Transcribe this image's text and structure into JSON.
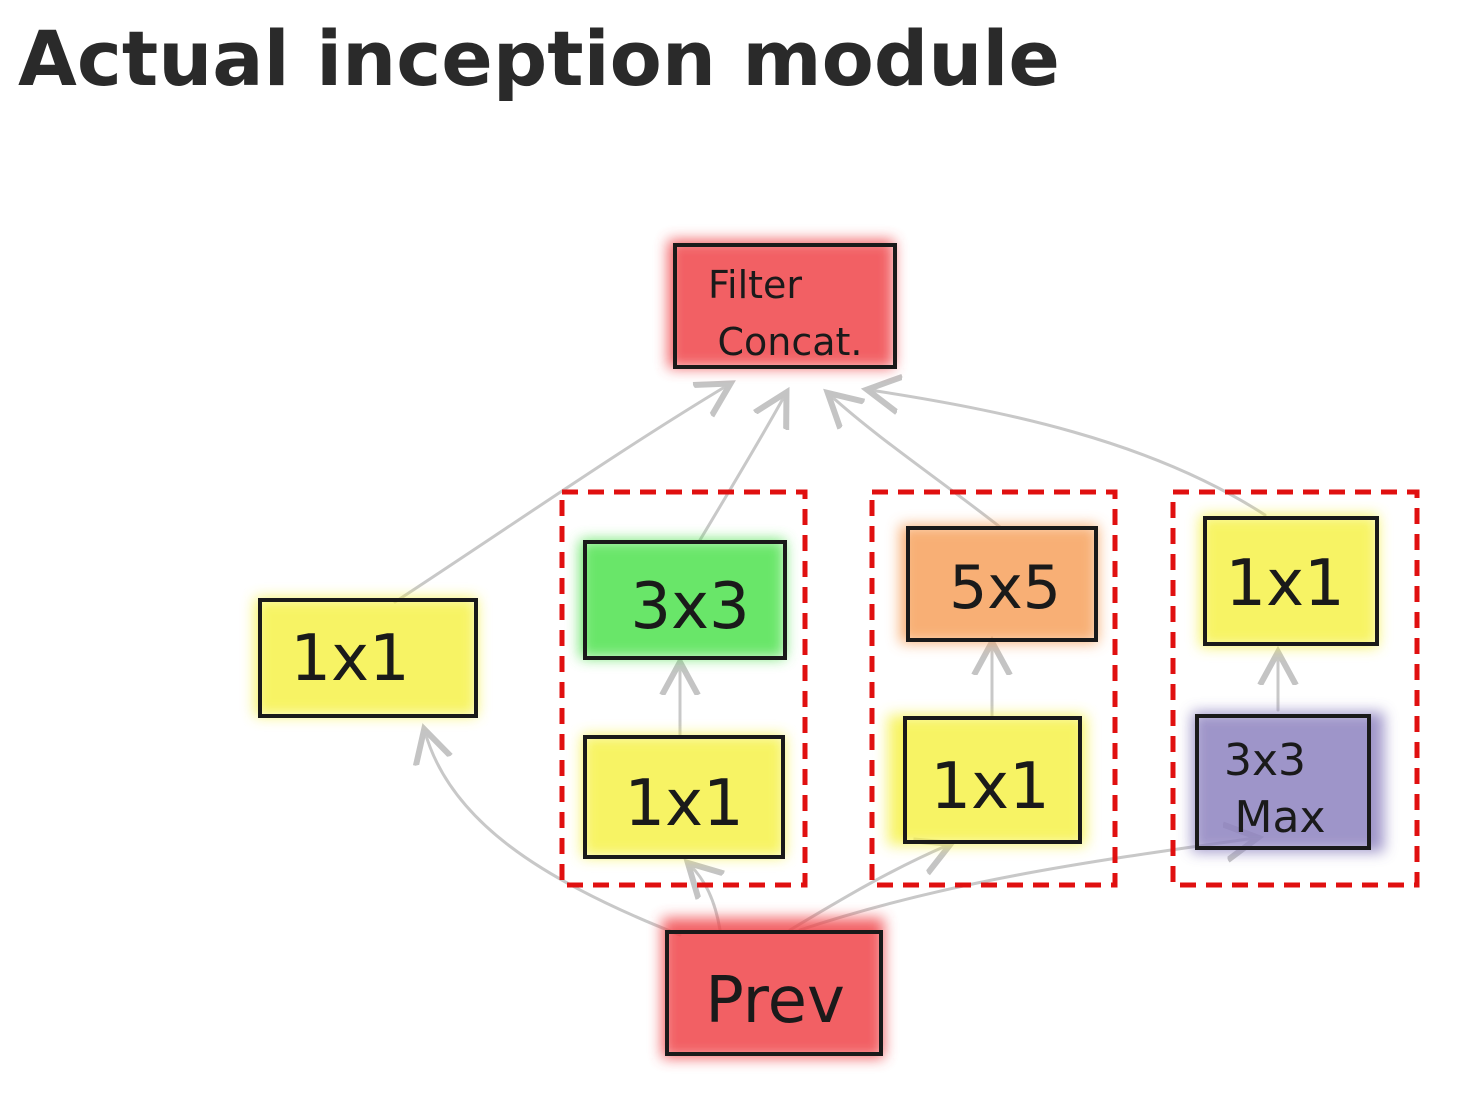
{
  "title": "Actual inception module",
  "colors": {
    "concat": "#f0454a",
    "prev": "#f0454a",
    "conv1x1": "#f6f24a",
    "conv3x3": "#4fe24f",
    "conv5x5": "#f7a25d",
    "maxpool": "#8e83c0",
    "dashed_group": "#e01010",
    "arrows": "#c8c8c8"
  },
  "nodes": {
    "concat": {
      "line1": "Filter",
      "line2": "Concat."
    },
    "prev": {
      "label": "Prev"
    },
    "branch1_1x1": {
      "label": "1x1"
    },
    "branch2_1x1": {
      "label": "1x1"
    },
    "branch2_3x3": {
      "label": "3x3"
    },
    "branch3_1x1": {
      "label": "1x1"
    },
    "branch3_5x5": {
      "label": "5x5"
    },
    "branch4_pool": {
      "line1": "3x3",
      "line2": "Max"
    },
    "branch4_1x1": {
      "label": "1x1"
    }
  }
}
